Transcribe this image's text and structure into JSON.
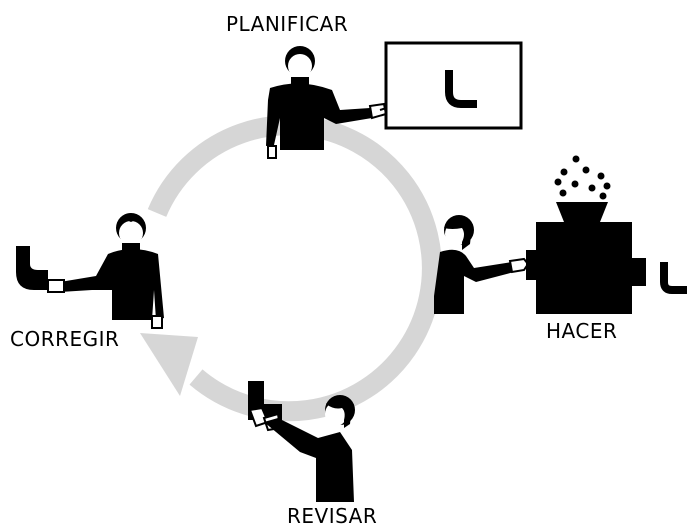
{
  "diagram": {
    "stages": [
      {
        "id": "plan",
        "label": "PLANIFICAR"
      },
      {
        "id": "do",
        "label": "HACER"
      },
      {
        "id": "check",
        "label": "REVISAR"
      },
      {
        "id": "act",
        "label": "CORREGIR"
      }
    ]
  },
  "colors": {
    "cycle_ring": "#d6d6d6",
    "figures": "#000000",
    "background": "#ffffff"
  },
  "icons": [
    "presenter-figure",
    "whiteboard-icon",
    "pipe-elbow-icon",
    "machine-icon",
    "operator-figure",
    "inspector-figure",
    "corrector-figure",
    "cycle-arrow-icon"
  ]
}
